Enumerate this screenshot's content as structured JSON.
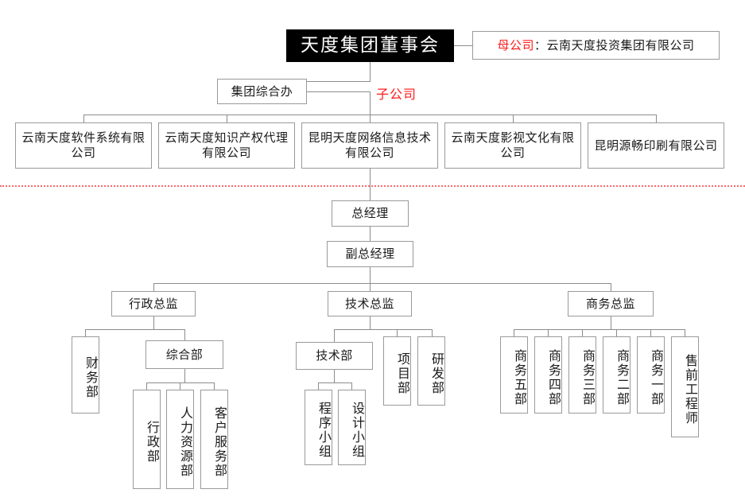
{
  "meta": {
    "title": "天度集团组织架构图",
    "colors": {
      "root_bg": "#000000",
      "root_text": "#ffffff",
      "box_border": "#9a9a9a",
      "connector": "#8c8c8c",
      "accent_red": "#ff1a1a",
      "divider_red": "#fa6a6a",
      "page_bg": "#ffffff"
    }
  },
  "labels": {
    "parent_company_tag": "母公司",
    "parent_company_rest": "：云南天度投资集团有限公司",
    "subsidiary_tag": "子公司"
  },
  "group_section": {
    "root": "天度集团董事会",
    "office": "集团综合办",
    "subsidiaries": [
      "云南天度软件系统有限公司",
      "云南天度知识产权代理有限公司",
      "昆明天度网络信息技术有限公司",
      "云南天度影视文化有限公司",
      "昆明源畅印刷有限公司"
    ]
  },
  "management_section": {
    "general_manager": "总经理",
    "deputy_general_manager": "副总经理",
    "directors": [
      "行政总监",
      "技术总监",
      "商务总监"
    ],
    "admin_branch": {
      "finance": "财务部",
      "general_affairs": "综合部",
      "general_affairs_children": [
        "行政部",
        "人力资源部",
        "客户服务部"
      ]
    },
    "tech_branch": {
      "tech_dept": "技术部",
      "tech_dept_children": [
        "程序小组",
        "设计小组"
      ],
      "project_dept": "项目部",
      "rd_dept": "研发部"
    },
    "business_branch": [
      "商务五部",
      "商务四部",
      "商务三部",
      "商务二部",
      "商务一部",
      "售前工程师"
    ]
  }
}
